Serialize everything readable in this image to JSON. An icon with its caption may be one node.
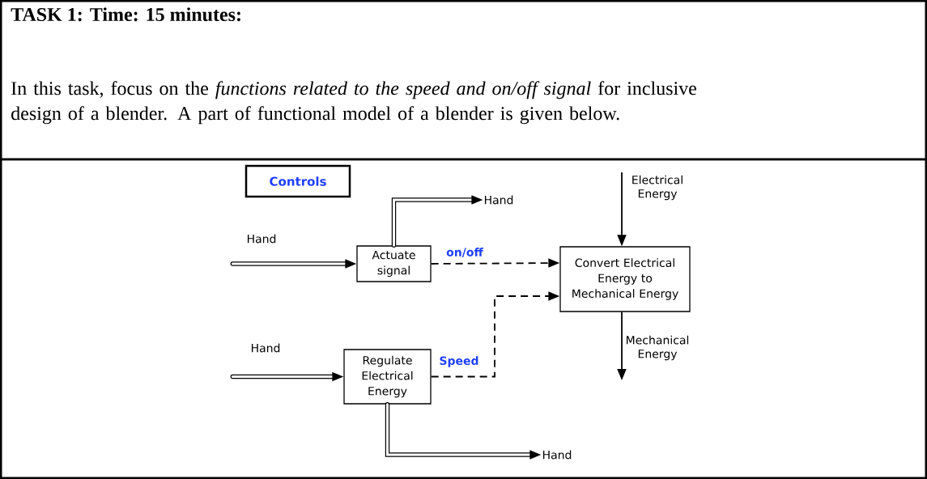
{
  "diagram": {
    "title": "TASK 1: Time: 15 minutes:",
    "nodes": [
      {
        "text": [
          "Controls"
        ]
      },
      {
        "text": [
          "Actuate signal"
        ]
      },
      {
        "text": [
          "Regulate Electrical Energy"
        ]
      },
      {
        "text": [
          "Convert Electrical Energy to Mechanical Energy"
        ]
      },
      {
        "text": [
          "Hand"
        ]
      },
      {
        "text": [
          "Hand"
        ]
      }
    ],
    "edges": [
      {
        "from": null,
        "to": 1,
        "arrow": "to",
        "label": "Hand",
        "style": "thick"
      },
      {
        "from": 1,
        "to": 4,
        "arrow": "to",
        "style": "thick"
      },
      {
        "from": null,
        "to": 2,
        "arrow": "to",
        "label": "Hand",
        "style": "thick"
      },
      {
        "from": 2,
        "to": 5,
        "arrow": "to",
        "style": "thick"
      },
      {
        "from": 1,
        "to": 3,
        "arrow": "to",
        "label": "on/off",
        "style": "dashed"
      },
      {
        "from": 2,
        "to": 3,
        "arrow": "to",
        "label": "Speed",
        "style": "dashed"
      },
      {
        "from": null,
        "to": 3,
        "arrow": "to",
        "label": "Electrical Energy"
      },
      {
        "from": 3,
        "to": null,
        "arrow": "to",
        "label": "Mechanical Energy"
      }
    ],
    "labels": [
      "In this task, focus on the *functions related to the speed and on/off signal* for inclusive design of a blender. A part of functional model of a blender is given below."
    ]
  }
}
